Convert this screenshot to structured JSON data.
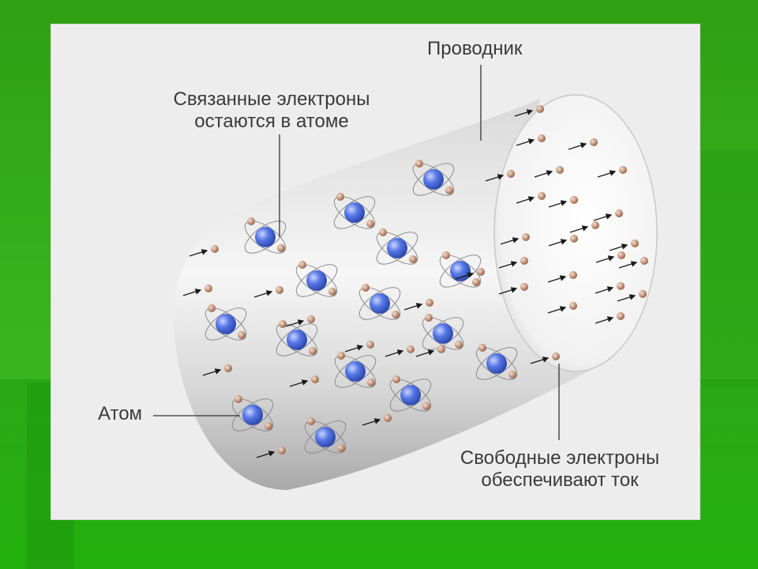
{
  "slide": {
    "colors": {
      "background": "#2aa814",
      "panel": "#ededed",
      "atom_nucleus": "#3f61d8",
      "electron": "#b88a72",
      "text": "#3a3a3a"
    }
  },
  "diagram": {
    "labels": {
      "conductor": "Проводник",
      "bound_electrons": [
        "Связанные электроны",
        "остаются в атоме"
      ],
      "atom": "Атом",
      "free_electrons": [
        "Свободные электроны",
        "обеспечивают ток"
      ]
    },
    "legend_icons": {
      "atom": "atom-icon",
      "electron": "electron-icon",
      "arrow": "arrow-icon"
    }
  }
}
